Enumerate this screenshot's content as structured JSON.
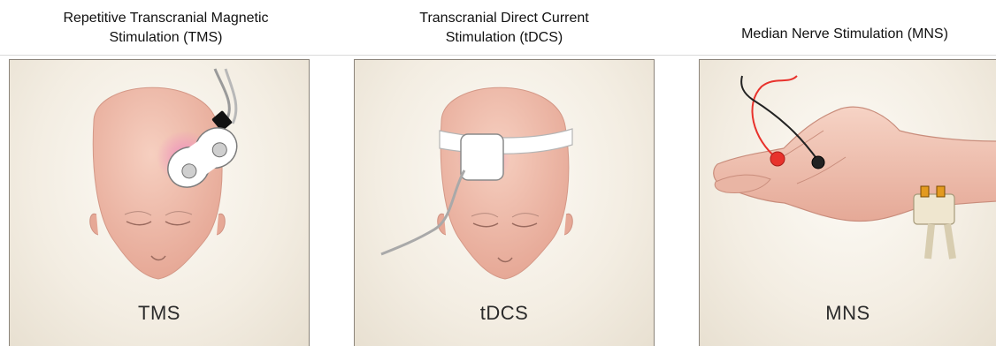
{
  "panels": [
    {
      "title": "Repetitive Transcranial Magnetic\nStimulation (TMS)",
      "label": "TMS"
    },
    {
      "title": "Transcranial Direct Current\nStimulation (tDCS)",
      "label": "tDCS"
    },
    {
      "title": "Median Nerve Stimulation (MNS)",
      "label": "MNS"
    }
  ],
  "colors": {
    "skin": "#f2c3b3",
    "skin_shadow": "#dfa08f",
    "panel_border": "#8b847a",
    "stimulation_glow": "#f08ac0",
    "electrode_red": "#e8322c",
    "electrode_black": "#222222"
  }
}
